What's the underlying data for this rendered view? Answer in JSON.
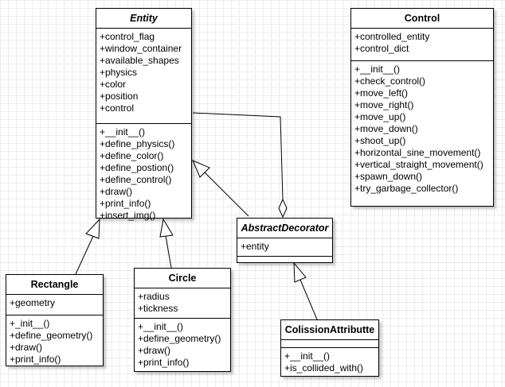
{
  "classes": {
    "entity": {
      "name": "Entity",
      "attributes": [
        "+control_flag",
        "+window_container",
        "+available_shapes",
        "+physics",
        "+color",
        "+position",
        "+control"
      ],
      "methods": [
        "+__init__()",
        "+define_physics()",
        "+define_color()",
        "+define_postion()",
        "+define_control()",
        "+draw()",
        "+print_info()",
        "+insert_img()"
      ]
    },
    "control": {
      "name": "Control",
      "attributes": [
        "+controlled_entity",
        "+control_dict"
      ],
      "methods": [
        "+__init__()",
        "+check_control()",
        "+move_left()",
        "+move_right()",
        "+move_up()",
        "+move_down()",
        "+shoot_up()",
        "+horizontal_sine_movement()",
        "+vertical_straight_movement()",
        "+spawn_down()",
        "+try_garbage_collector()"
      ]
    },
    "abstract_decorator": {
      "name": "AbstractDecorator",
      "attributes": [
        "+entity"
      ],
      "methods": []
    },
    "rectangle": {
      "name": "Rectangle",
      "attributes": [
        "+geometry"
      ],
      "methods": [
        "+_init__()",
        "+define_geometry()",
        "+draw()",
        "+print_info()"
      ]
    },
    "circle": {
      "name": "Circle",
      "attributes": [
        "+radius",
        "+tickness"
      ],
      "methods": [
        "+__init__()",
        "+define_geometry()",
        "+draw()",
        "+print_info()"
      ]
    },
    "colission_attribute": {
      "name": "ColissionAttributte",
      "attributes": [],
      "methods": [
        "+__init__()",
        "+is_collided_with()"
      ]
    }
  }
}
